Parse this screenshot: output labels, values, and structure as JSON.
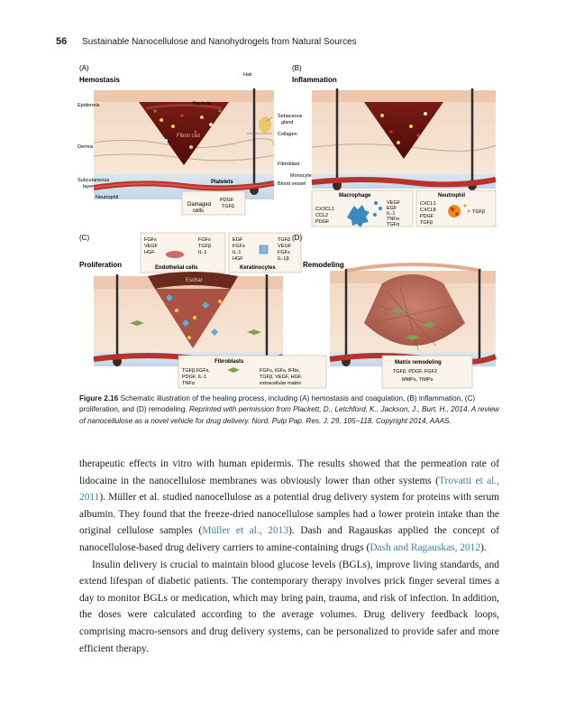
{
  "header": {
    "page_number": "56",
    "running_title": "Sustainable Nanocellulose and Nanohydrogels from Natural Sources"
  },
  "figure": {
    "panels": {
      "a": {
        "letter": "(A)",
        "title": "Hemostasis"
      },
      "b": {
        "letter": "(B)",
        "title": "Inflammation"
      },
      "c": {
        "letter": "(C)",
        "title": "Proliferation"
      },
      "d": {
        "letter": "(D)",
        "title": "Remodeling"
      }
    },
    "labels_a": {
      "hair": "Hair",
      "epidermis": "Epidermis",
      "dermis": "Dermis",
      "subcutaneous_1": "Subcutaneous",
      "subcutaneous_2": "layer",
      "bacteria": "Bacteria",
      "fibrin_clot": "Fibrin clot",
      "sebaceous_1": "Sebaceous",
      "sebaceous_2": "gland",
      "collagen": "Collagen",
      "fibroblast": "Fibroblast",
      "monocyte": "Monocyte",
      "platelets": "Platelets",
      "blood_vessel": "Blood vessel",
      "neutrophil": "Neutrophil",
      "damaged_1": "Damaged",
      "damaged_2": "cells",
      "pdgf": "PDGF",
      "tgfb": "TGFβ"
    },
    "macrophage": {
      "title": "Macrophage",
      "left": [
        "CX3CL1",
        "CCL2",
        "PDGF"
      ],
      "right": [
        "VEGF",
        "EGF",
        "IL-1",
        "TNFα",
        "TGFα"
      ]
    },
    "neutrophil_box": {
      "title": "Neutrophil",
      "left": [
        "CXCL1",
        "CXCL8",
        "PDGF",
        "TGFβ"
      ],
      "right": "TGFβ"
    },
    "endothelial": {
      "title": "Endothelial cells",
      "left": [
        "FGFs",
        "VEGF",
        "HGF"
      ],
      "right": [
        "FGFs",
        "TGFβ",
        "IL-1"
      ]
    },
    "keratinocytes": {
      "title": "Keratinocytes",
      "left": [
        "EGF",
        "FGFs",
        "IL-1",
        "HGF"
      ],
      "right": [
        "TGFβ",
        "VEGF",
        "FGFs",
        "IL-1β"
      ]
    },
    "eschar": "Eschar",
    "fibroblasts": {
      "title": "Fibroblasts",
      "left": [
        "TGFβ,FGFs,",
        "PDGF, IL-1",
        "TNFα"
      ],
      "right": [
        "FGFs, IGFs, IFNs,",
        "TGFβ, VEGF, HGF,",
        "extracellular matrix"
      ]
    },
    "matrix": {
      "title": "Matrix remodeling",
      "line1": "TGFβ, PDGF, FGF2",
      "line2": "MMPs, TIMPs"
    }
  },
  "caption": {
    "label": "Figure 2.16",
    "text": " Schematic illustration of the healing process, including (A) hemostasis and coagulation, (B) inflammation, (C) proliferation, and (D) remodeling. ",
    "credit": "Reprinted with permission from Plackett, D., Letchford, K., Jackson, J., Burt, H., 2014. A review of nanocellulose as a novel vehicle for drug delivery. Nord. Pulp Pap. Res. J. 29, 105−118. Copyright 2014, AAAS."
  },
  "body": {
    "p1_a": "therapeutic effects in vitro with human epidermis. The results showed that the permeation rate of lidocaine in the nanocellulose membranes was obviously lower than other systems (",
    "p1_c1": "Trovatti et al., 2011",
    "p1_b": "). Müller et al. studied nanocellulose as a potential drug delivery system for proteins with serum albumin. They found that the freeze-dried nanocellulose samples had a lower protein intake than the original cellulose samples (",
    "p1_c2": "Müller et al., 2013",
    "p1_c": "). Dash and Ragauskas applied the concept of nanocellulose-based drug delivery carriers to amine-containing drugs (",
    "p1_c3": "Dash and Ragauskas, 2012",
    "p1_d": ").",
    "p2": "Insulin delivery is crucial to maintain blood glucose levels (BGLs), improve living standards, and extend lifespan of diabetic patients. The contemporary therapy involves prick finger several times a day to monitor BGLs or medication, which may bring pain, trauma, and risk of infection. In addition, the doses were calculated according to the average volumes. Drug delivery feedback loops, comprising macro-sensors and drug delivery systems, can be personalized to provide safer and more efficient therapy."
  }
}
